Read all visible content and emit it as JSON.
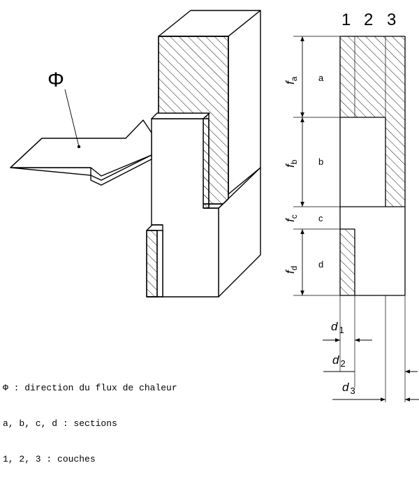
{
  "symbol": "Φ",
  "layer_numbers": [
    "1",
    "2",
    "3"
  ],
  "sections": [
    "a",
    "b",
    "c",
    "d"
  ],
  "heights": [
    {
      "letter": "f",
      "subscript": "a"
    },
    {
      "letter": "f",
      "subscript": "b"
    },
    {
      "letter": "f",
      "subscript": "c"
    },
    {
      "letter": "f",
      "subscript": "d"
    }
  ],
  "thicknesses": [
    {
      "letter": "d",
      "subscript": "1"
    },
    {
      "letter": "d",
      "subscript": "2"
    },
    {
      "letter": "d",
      "subscript": "3"
    }
  ],
  "legend": [
    "Φ : direction du flux de chaleur",
    "a, b, c, d : sections",
    "1, 2, 3 : couches"
  ]
}
